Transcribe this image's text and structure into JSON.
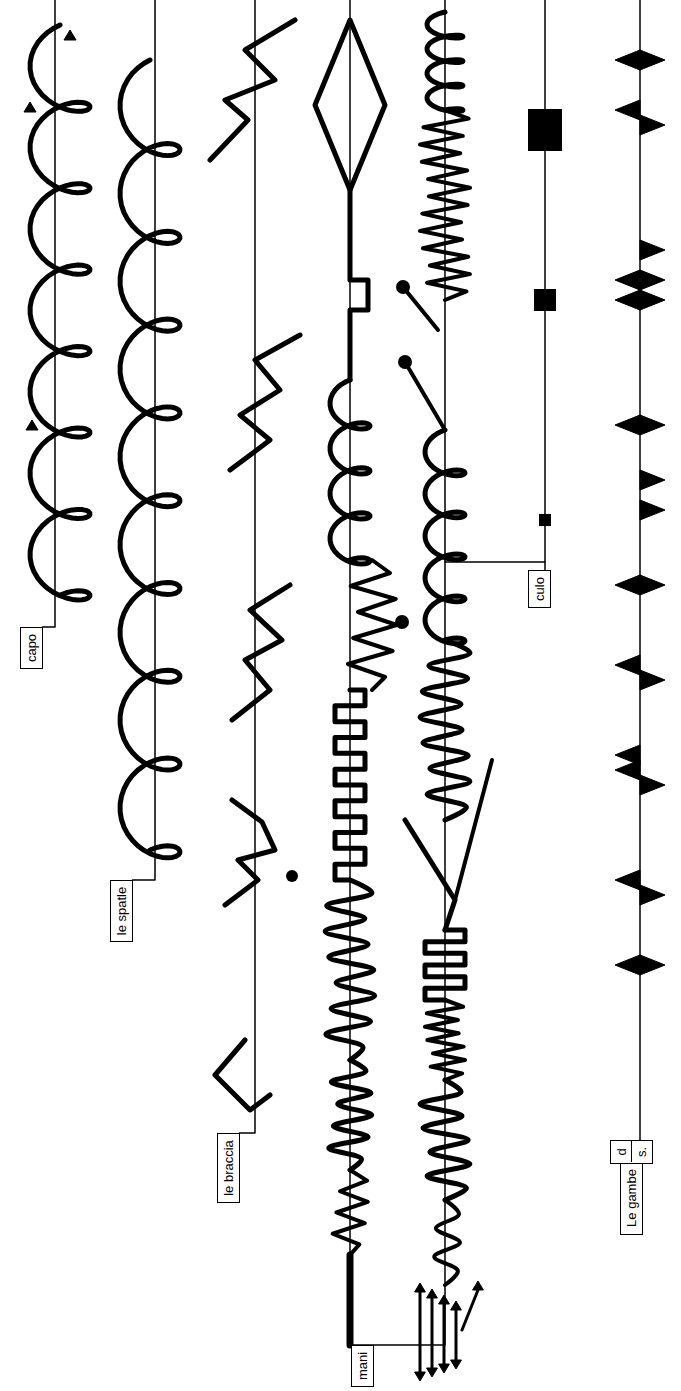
{
  "diagram": {
    "nodes": [
      {
        "text": [
          "capo"
        ]
      },
      {
        "text": [
          "le spatle"
        ]
      },
      {
        "text": [
          "le braccia"
        ]
      },
      {
        "text": [
          "mani"
        ]
      },
      {
        "text": [
          "culo"
        ]
      },
      {
        "text": [
          "Le gambe"
        ]
      },
      {
        "text": [
          "d",
          "s."
        ]
      }
    ]
  }
}
